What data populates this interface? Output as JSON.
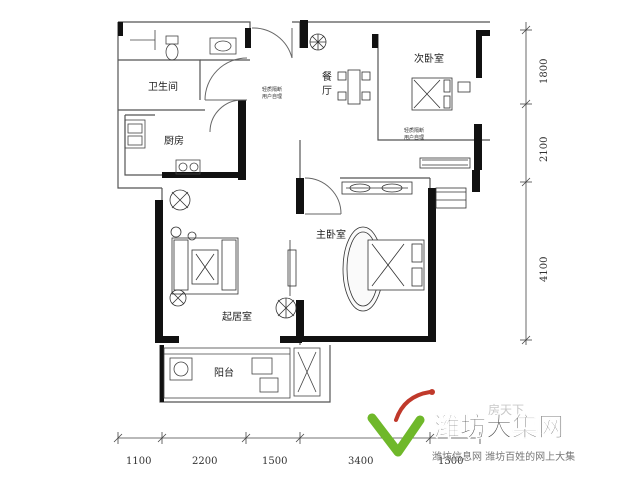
{
  "rooms": {
    "bathroom": "卫生间",
    "kitchen": "厨房",
    "dining_1": "餐",
    "dining_2": "厅",
    "second_bedroom": "次卧室",
    "master_bedroom": "主卧室",
    "living_room": "起居室",
    "balcony": "阳台"
  },
  "notes": {
    "partition_top_1": "轻质隔断",
    "partition_top_2": "用户自理",
    "partition_right_1": "轻质隔断",
    "partition_right_2": "用户自理"
  },
  "dimensions": {
    "bottom": [
      "1100",
      "2200",
      "1500",
      "3400",
      "1300"
    ],
    "right": [
      "1800",
      "2100",
      "4100"
    ]
  },
  "watermark": {
    "brand_name": "潍坊大集网",
    "tagline": "潍坊信息网 潍坊百姓的网上大集",
    "faint_text": "房天下"
  },
  "colors": {
    "wall": "#111111",
    "line": "#555555",
    "brand_green": "#6fb82a",
    "brand_red": "#c0392b"
  }
}
